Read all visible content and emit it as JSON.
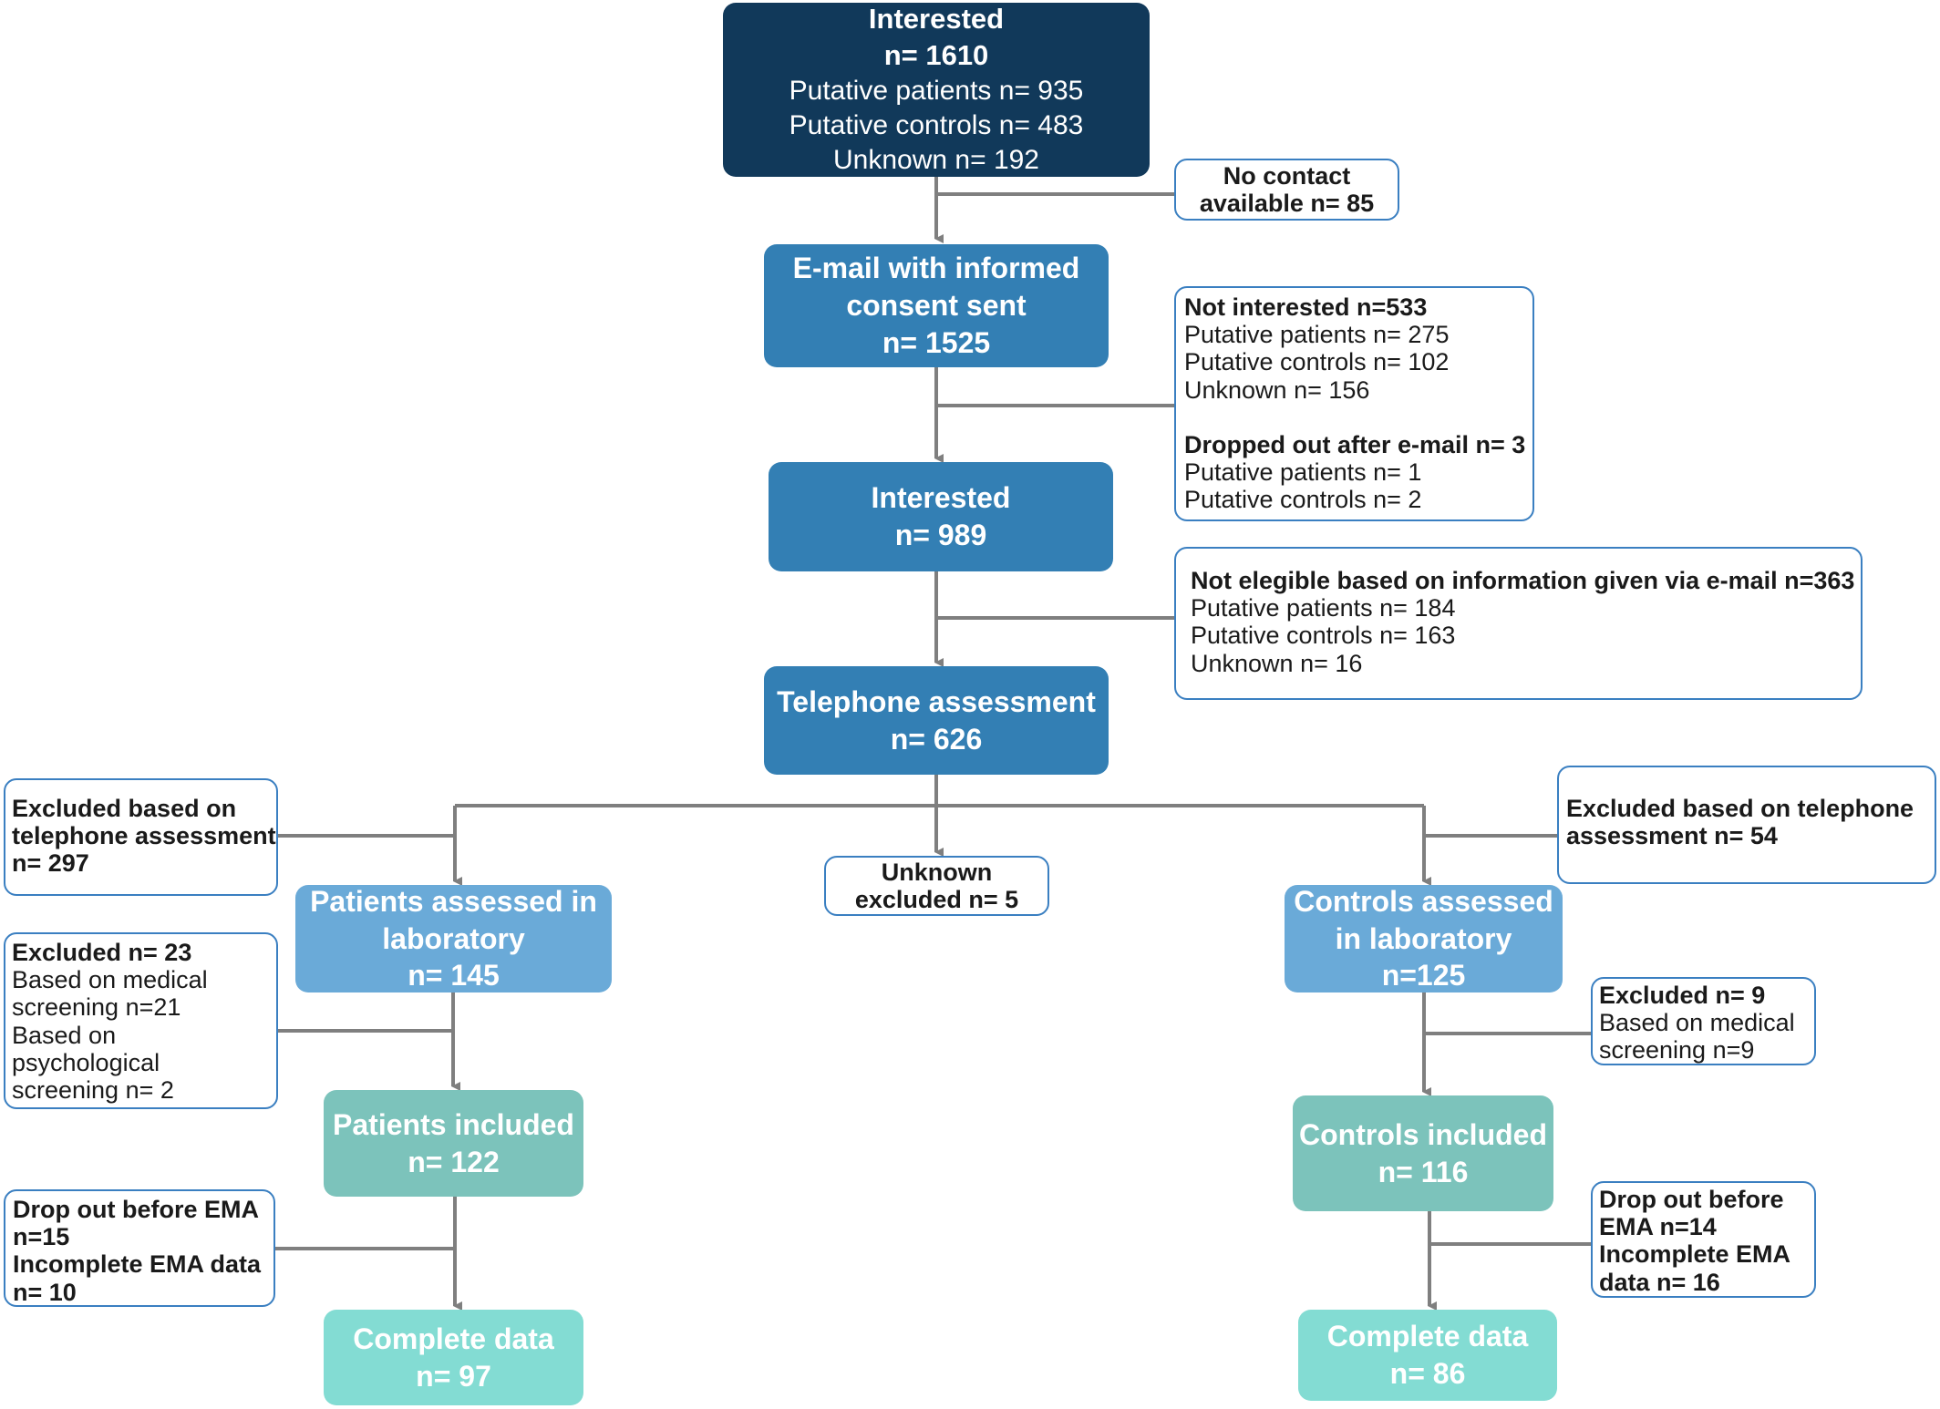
{
  "colors": {
    "level1": "#11395a",
    "level2": "#337fb4",
    "level3": "#6aaad8",
    "level4": "#7cc3bb",
    "level5": "#83dcd3",
    "note_border": "#3a7fc1",
    "connector": "#7f7f7f"
  },
  "boxes": {
    "interested_1610": {
      "title": "Interested",
      "count": "n= 1610",
      "line1": "Putative patients n= 935",
      "line2": "Putative controls n= 483",
      "line3": "Unknown n= 192"
    },
    "email_sent": {
      "line1": "E-mail with informed",
      "line2": "consent sent",
      "count": "n= 1525"
    },
    "interested_989": {
      "title": "Interested",
      "count": "n= 989"
    },
    "telephone": {
      "title": "Telephone assessment",
      "count": "n= 626"
    },
    "patients_lab": {
      "line1": "Patients assessed in",
      "line2": "laboratory",
      "count": "n= 145"
    },
    "controls_lab": {
      "line1": "Controls assessed",
      "line2": "in laboratory",
      "count": "n=125"
    },
    "patients_included": {
      "title": "Patients included",
      "count": "n= 122"
    },
    "controls_included": {
      "title": "Controls included",
      "count": "n= 116"
    },
    "patients_complete": {
      "title": "Complete data",
      "count": "n= 97"
    },
    "controls_complete": {
      "title": "Complete data",
      "count": "n= 86"
    }
  },
  "notes": {
    "no_contact": {
      "line1": "No contact",
      "line2": "available n= 85"
    },
    "not_interested": {
      "heading1": "Not interested n=533",
      "l1": "Putative patients n= 275",
      "l2": "Putative controls n= 102",
      "l3": "Unknown n= 156",
      "heading2": "Dropped out after e-mail n= 3",
      "l4": "Putative patients n= 1",
      "l5": "Putative controls n= 2"
    },
    "not_eligible": {
      "heading": "Not elegible based on information given via e-mail n=363",
      "l1": "Putative patients n= 184",
      "l2": "Putative controls n= 163",
      "l3": "Unknown n= 16"
    },
    "excluded_tel_left": {
      "line1": "Excluded based on",
      "line2": "telephone assessment",
      "line3": "n= 297"
    },
    "unknown_excluded": {
      "line1": "Unknown",
      "line2": "excluded n= 5"
    },
    "excluded_tel_right": {
      "line1": "Excluded based on telephone",
      "line2": "assessment n= 54"
    },
    "excluded_23": {
      "heading": "Excluded n= 23",
      "l1": "Based on medical",
      "l2": "screening n=21",
      "l3": "Based on",
      "l4": "psychological",
      "l5": "screening n= 2"
    },
    "excluded_9": {
      "heading": "Excluded n= 9",
      "l1": "Based on medical",
      "l2": "screening n=9"
    },
    "dropout_left": {
      "l1": "Drop out before EMA",
      "l2": "n=15",
      "l3": "Incomplete EMA data",
      "l4": "n= 10"
    },
    "dropout_right": {
      "l1": "Drop out before",
      "l2": "EMA n=14",
      "l3": "Incomplete EMA",
      "l4": "data n= 16"
    }
  }
}
